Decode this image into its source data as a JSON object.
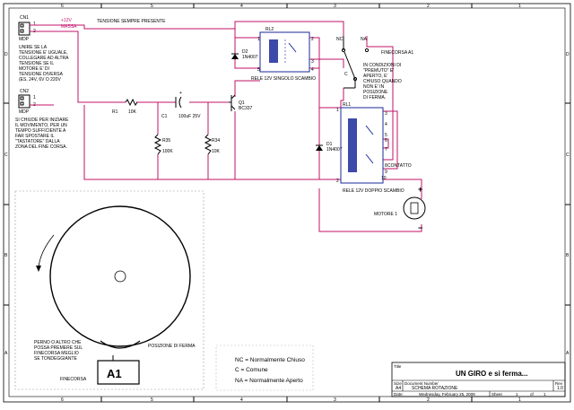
{
  "frame": {
    "columns": [
      "1",
      "2",
      "3",
      "4",
      "5",
      "6"
    ],
    "rows": [
      "A",
      "B",
      "C",
      "D"
    ]
  },
  "connectors": {
    "cn1": {
      "name": "CN1",
      "pin1": "1",
      "pin2": "2",
      "type": "MDP"
    },
    "cn2": {
      "name": "CN2",
      "pin1": "1",
      "pin2": "2",
      "type": "MDP"
    }
  },
  "nets": {
    "plus12": "+12V",
    "massa": "MASSA",
    "always_on": "TENSIONE SEMPRE PRESENTE"
  },
  "notes": {
    "cn1_note": [
      "UNIRE SE LA",
      "TENSIONE E' UGUALE,",
      "COLLEGARE AD ALTRA",
      "TENSIONE SE IL",
      "MOTORE E' DI",
      "TENSIONE DIVERSA",
      "(ES. 24V, 6V O 220V"
    ],
    "cn2_note": [
      "SI CHIUDE PER INIZIARE",
      "IL MOVIMENTO, PER UN",
      "TEMPO SUFFICIENTE A",
      "FAR SPOSTARE IL",
      "\"TASTATORE\" DALLA",
      "ZONA DEL FINE CORSA."
    ],
    "finecorsa_note": [
      "IN CONDIZIONI DI",
      "\"PREMUTO\" E'",
      "APERTO, E'",
      "CHIUSO QUANDO",
      "NON E' IN",
      "POSIZIONE",
      "DI FERMA."
    ],
    "perno_note": [
      "PERNO O ALTRO CHE",
      "POSSA PREMERE SUL",
      "FINECORSA MEGLIO",
      "SE TONDEGGIANTE"
    ],
    "posizione": "POSIZIONE DI FERMA",
    "finecorsa_label": "FINECORSA"
  },
  "components": {
    "r1": {
      "ref": "R1",
      "value": "10K"
    },
    "c1": {
      "ref": "C1",
      "value": "100uF 25V"
    },
    "r35": {
      "ref": "R35",
      "value": "100K"
    },
    "r34": {
      "ref": "R34",
      "value": "10K"
    },
    "q1": {
      "ref": "Q1",
      "value": "BC337"
    },
    "d2": {
      "ref": "D2",
      "value": "1N4007"
    },
    "d1": {
      "ref": "D1",
      "value": "1N4007"
    },
    "rl2": {
      "ref": "RL2",
      "value": "RELE 12V SINGOLO SCAMBIO",
      "pins": [
        "1",
        "2",
        "3",
        "4",
        "5"
      ]
    },
    "rl1": {
      "ref": "RL1",
      "value": "RELE 12V DOPPIO SCAMBIO",
      "pins": [
        "1",
        "2",
        "3",
        "4",
        "5",
        "6",
        "7",
        "8",
        "9",
        "10"
      ]
    },
    "finecorsa": {
      "ref": "FINECORSA A1",
      "nc": "NC",
      "na": "NA",
      "c": "C"
    },
    "contatto": "CONTATTO",
    "motor": {
      "ref": "MOTORE 1",
      "plus": "+",
      "minus": "−"
    },
    "a1": "A1"
  },
  "legend": {
    "nc": "NC = Normalmente Chiuso",
    "c": "C = Comune",
    "na": "NA = Normalmente Aperto"
  },
  "titleblock": {
    "title_label": "Title",
    "title": "UN GIRO e si ferma...",
    "size_label": "Size",
    "size": "A4",
    "docnum_label": "Document Number",
    "docnum": "SCHEMA ROTAZIONE",
    "rev_label": "Rev",
    "rev": "1.0",
    "date_label": "Date:",
    "date": "Wednesday, February 25, 2009",
    "sheet_label": "Sheet",
    "sheet": "1",
    "of_label": "of",
    "of": "1"
  }
}
